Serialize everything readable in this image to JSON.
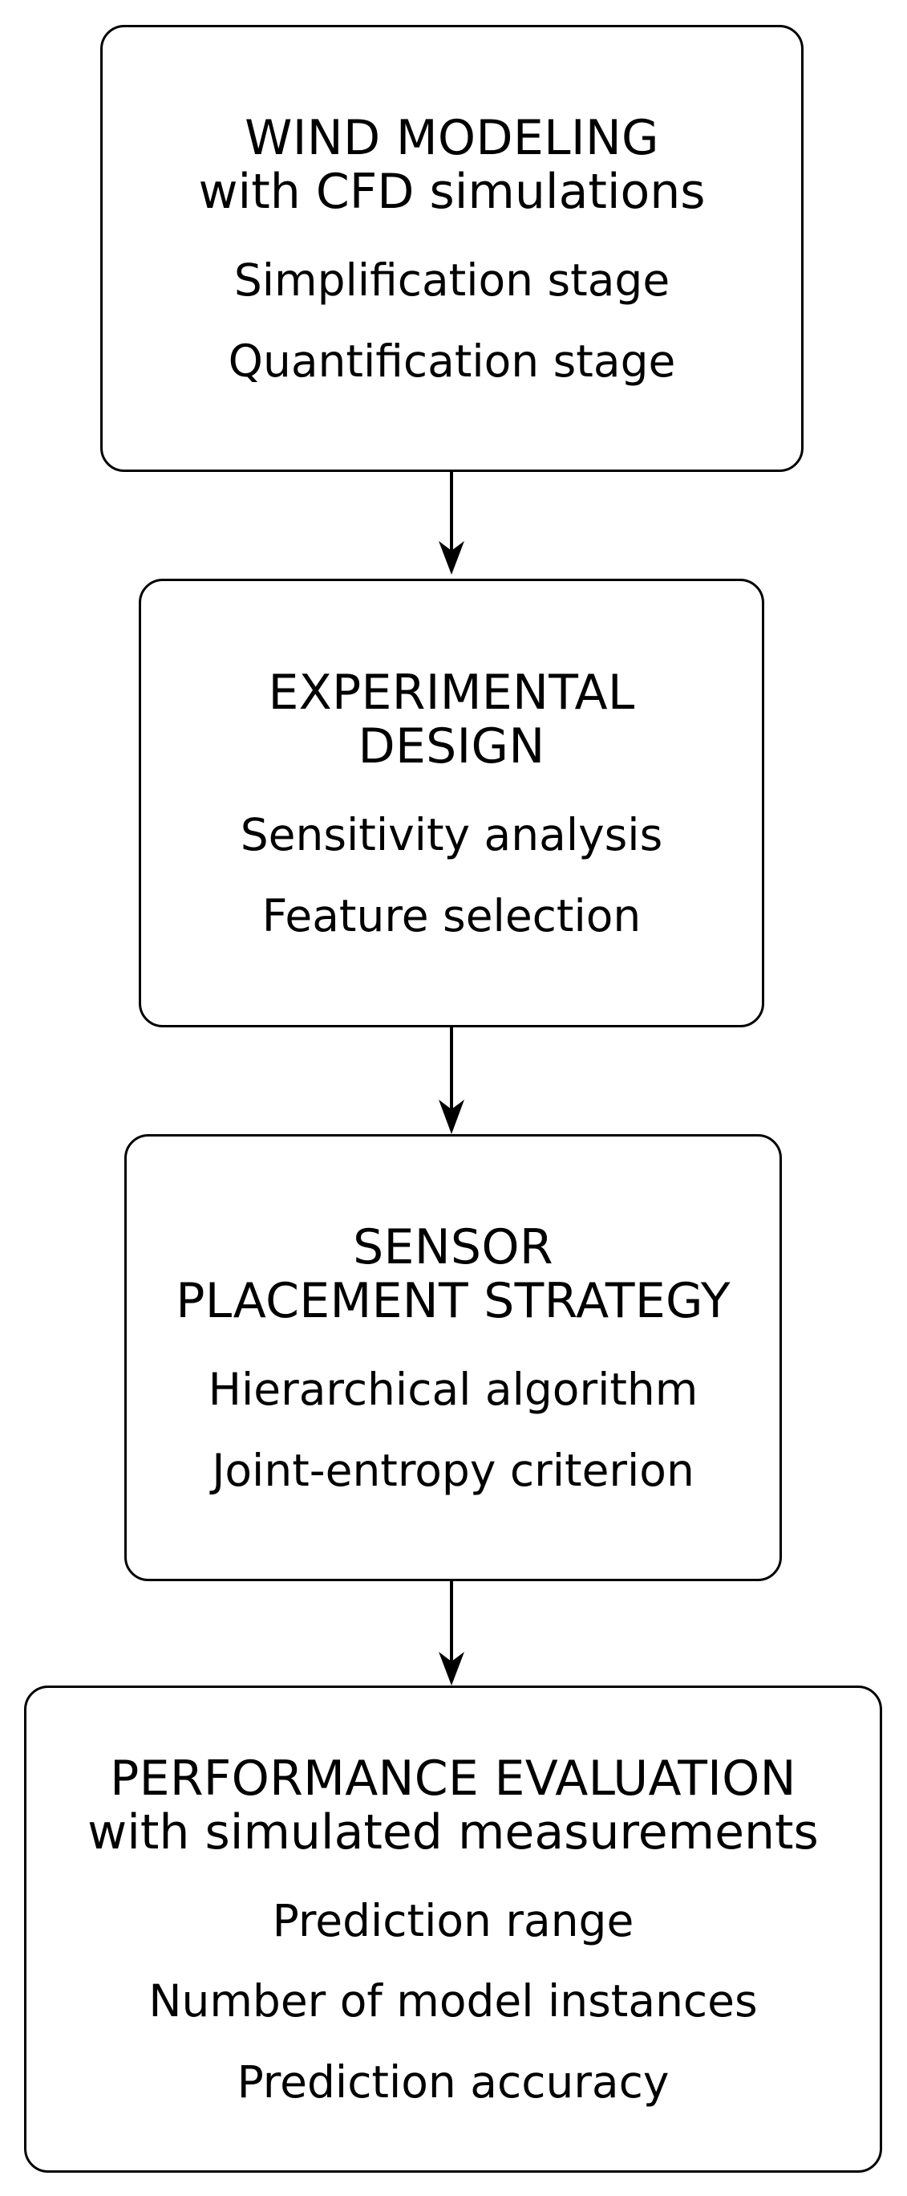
{
  "diagram": {
    "type": "flowchart",
    "orientation": "vertical",
    "background_color": "#ffffff",
    "stroke_color": "#000000",
    "node_fill": "#ffffff",
    "nodes": [
      {
        "id": "wind-modeling",
        "title": "WIND MODELING",
        "subtitle": "with CFD simulations",
        "items": [
          "Simplification stage",
          "Quantification stage"
        ]
      },
      {
        "id": "experimental-design",
        "title": "EXPERIMENTAL\nDESIGN",
        "subtitle": "",
        "items": [
          "Sensitivity analysis",
          "Feature selection"
        ]
      },
      {
        "id": "sensor-placement-strategy",
        "title": "SENSOR\nPLACEMENT STRATEGY",
        "subtitle": "",
        "items": [
          "Hierarchical algorithm",
          "Joint-entropy criterion"
        ]
      },
      {
        "id": "performance-evaluation",
        "title": "PERFORMANCE EVALUATION",
        "subtitle": "with simulated measurements",
        "items": [
          "Prediction range",
          "Number of model instances",
          "Prediction accuracy"
        ]
      }
    ],
    "connectors": [
      {
        "id": "arrow-1",
        "from": "wind-modeling",
        "to": "experimental-design"
      },
      {
        "id": "arrow-2",
        "from": "experimental-design",
        "to": "sensor-placement-strategy"
      },
      {
        "id": "arrow-3",
        "from": "sensor-placement-strategy",
        "to": "performance-evaluation"
      }
    ]
  }
}
